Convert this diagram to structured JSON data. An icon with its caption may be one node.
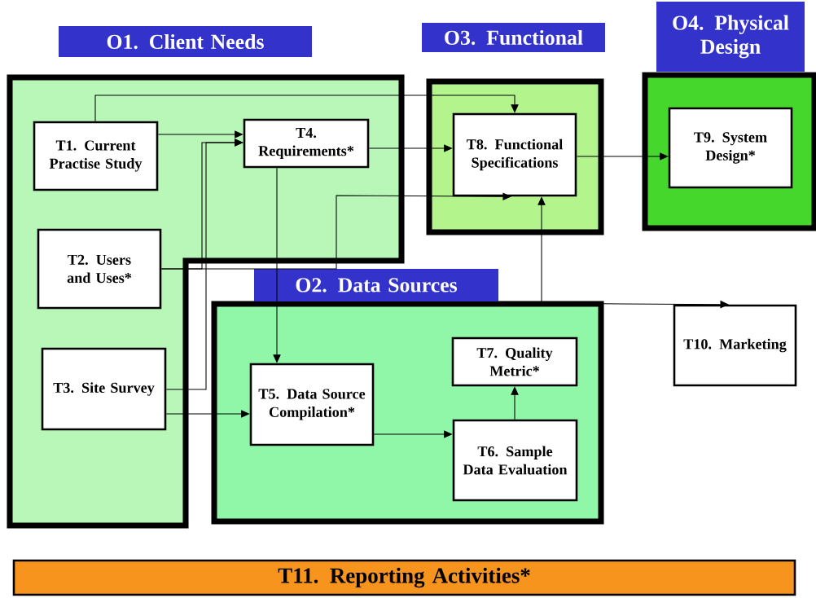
{
  "diagram": {
    "nodes": [
      {
        "text": [
          "O1. Client Needs"
        ]
      },
      {
        "text": [
          "T1. Current Practise Study"
        ],
        "in": 0
      },
      {
        "text": [
          "T2. Users and Uses*"
        ],
        "in": 0
      },
      {
        "text": [
          "T3. Site Survey"
        ],
        "in": 0
      },
      {
        "text": [
          "T4. Requirements*"
        ],
        "in": 0
      },
      {
        "text": [
          "O2. Data Sources"
        ]
      },
      {
        "text": [
          "T5. Data Source Compilation*"
        ],
        "in": 5
      },
      {
        "text": [
          "T6. Sample Data Evaluation"
        ],
        "in": 5
      },
      {
        "text": [
          "T7. Quality Metric*"
        ],
        "in": 5
      },
      {
        "text": [
          "O3. Functional"
        ]
      },
      {
        "text": [
          "T8. Functional Specifications"
        ],
        "in": 9
      },
      {
        "text": [
          "O4. Physical Design"
        ]
      },
      {
        "text": [
          "T9. System Design*"
        ],
        "in": 11
      },
      {
        "text": [
          "T10. Marketing"
        ]
      },
      {
        "text": [
          "T11. Reporting Activities*"
        ]
      }
    ],
    "edges": [
      {
        "from": 1,
        "to": 4,
        "arrow": "to"
      },
      {
        "from": 1,
        "to": 10,
        "arrow": "to"
      },
      {
        "from": 2,
        "to": 4,
        "arrow": "to"
      },
      {
        "from": 3,
        "to": 4,
        "arrow": "to"
      },
      {
        "from": 4,
        "to": 10,
        "arrow": "to"
      },
      {
        "from": 2,
        "to": 10,
        "arrow": "to"
      },
      {
        "from": 4,
        "to": 6,
        "arrow": "to"
      },
      {
        "from": 3,
        "to": 6,
        "arrow": "to"
      },
      {
        "from": 6,
        "to": 7,
        "arrow": "to"
      },
      {
        "from": 7,
        "to": 8,
        "arrow": "to"
      },
      {
        "from": 5,
        "to": 10,
        "arrow": "to"
      },
      {
        "from": 5,
        "to": 13,
        "arrow": "to"
      },
      {
        "from": 10,
        "to": 12,
        "arrow": "to"
      }
    ]
  }
}
